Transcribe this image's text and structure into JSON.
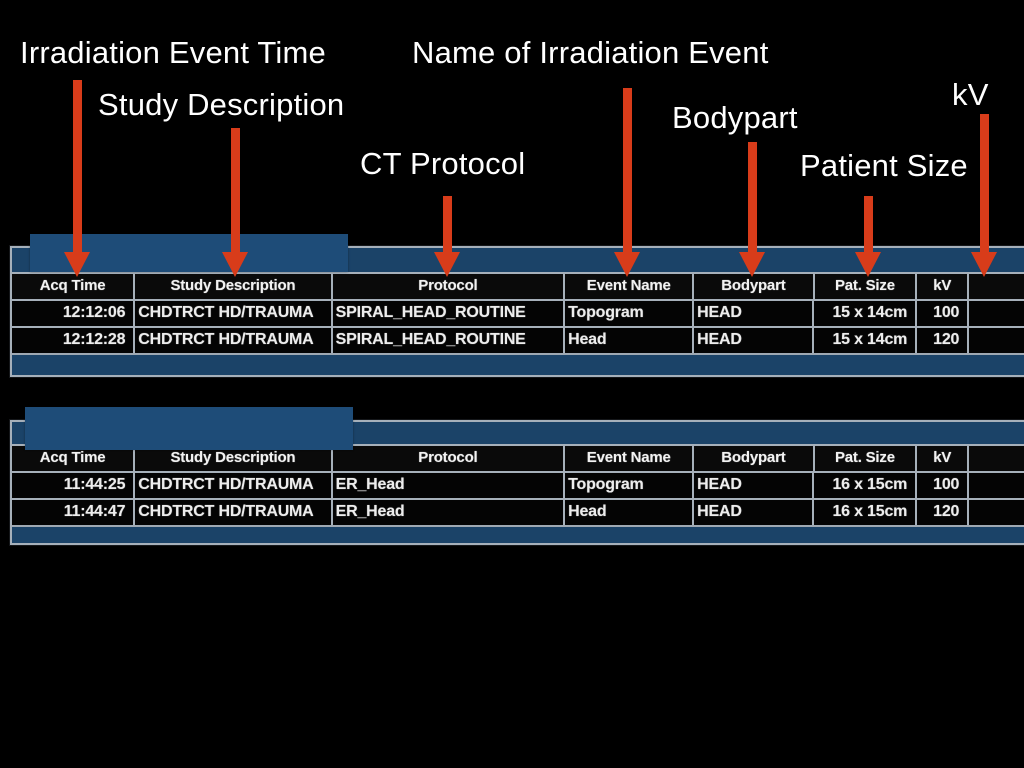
{
  "slide": {
    "annotations": {
      "irradiation_event_time": "Irradiation Event Time",
      "name_of_irradiation_event": "Name of Irradiation Event",
      "kv": "kV",
      "study_description": "Study Description",
      "bodypart": "Bodypart",
      "ct_protocol": "CT Protocol",
      "patient_size": "Patient Size"
    },
    "arrows": [
      {
        "label": "Irradiation Event Time",
        "points_to": "Acq Time"
      },
      {
        "label": "Study Description",
        "points_to": "Study Description"
      },
      {
        "label": "CT Protocol",
        "points_to": "Protocol"
      },
      {
        "label": "Name of Irradiation Event",
        "points_to": "Event Name"
      },
      {
        "label": "Bodypart",
        "points_to": "Bodypart"
      },
      {
        "label": "Patient Size",
        "points_to": "Pat. Size"
      },
      {
        "label": "kV",
        "points_to": "kV"
      }
    ],
    "colors": {
      "background": "#000000",
      "label_text": "#FFFFFF",
      "arrow_red": "#D83C1A",
      "table_frame_blue": "#1B4368",
      "mask_blue": "#1E4C78",
      "grid_line": "#A6B0BA",
      "cell_bg": "#040404",
      "cell_text": "#EDEDED"
    }
  },
  "tables": [
    {
      "name": "ct-dose-events-study-1",
      "headers": [
        "Acq Time",
        "Study Description",
        "Protocol",
        "Event Name",
        "Bodypart",
        "Pat. Size",
        "kV"
      ],
      "rows": [
        [
          "12:12:06",
          "CHDTRCT HD/TRAUMA",
          "SPIRAL_HEAD_ROUTINE",
          "Topogram",
          "HEAD",
          "15 x 14cm",
          "100"
        ],
        [
          "12:12:28",
          "CHDTRCT HD/TRAUMA",
          "SPIRAL_HEAD_ROUTINE",
          "Head",
          "HEAD",
          "15 x 14cm",
          "120"
        ]
      ]
    },
    {
      "name": "ct-dose-events-study-2",
      "headers": [
        "Acq Time",
        "Study Description",
        "Protocol",
        "Event Name",
        "Bodypart",
        "Pat. Size",
        "kV"
      ],
      "rows": [
        [
          "11:44:25",
          "CHDTRCT HD/TRAUMA",
          "ER_Head",
          "Topogram",
          "HEAD",
          "16 x 15cm",
          "100"
        ],
        [
          "11:44:47",
          "CHDTRCT HD/TRAUMA",
          "ER_Head",
          "Head",
          "HEAD",
          "16 x 15cm",
          "120"
        ]
      ]
    }
  ]
}
